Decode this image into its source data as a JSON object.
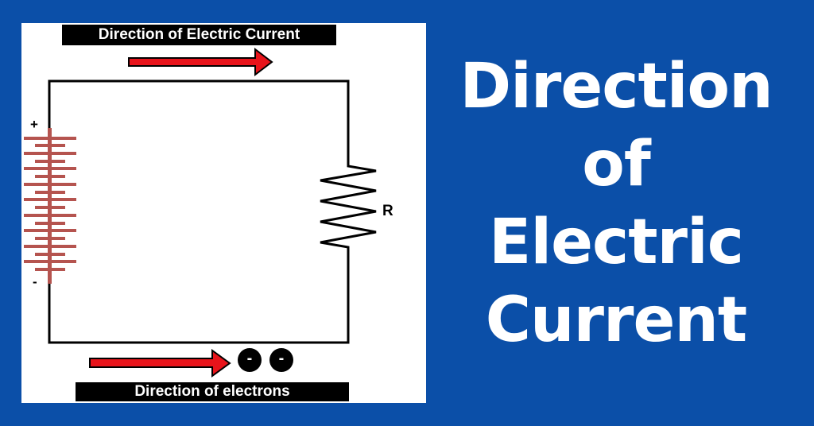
{
  "diagram": {
    "current_label": "Direction of Electric Current",
    "electron_label": "Direction of electrons",
    "plus_terminal": "+",
    "minus_terminal": "-",
    "resistor_label": "R",
    "electron_symbol": "-",
    "colors": {
      "arrow_fill": "#e8141b",
      "battery": "#b5544f",
      "wire": "#000000",
      "panel": "#ffffff"
    }
  },
  "title": {
    "lines": [
      "Direction",
      "of",
      "Electric",
      "Current"
    ]
  },
  "colors": {
    "background": "#0b4fa8",
    "title_text": "#ffffff"
  }
}
